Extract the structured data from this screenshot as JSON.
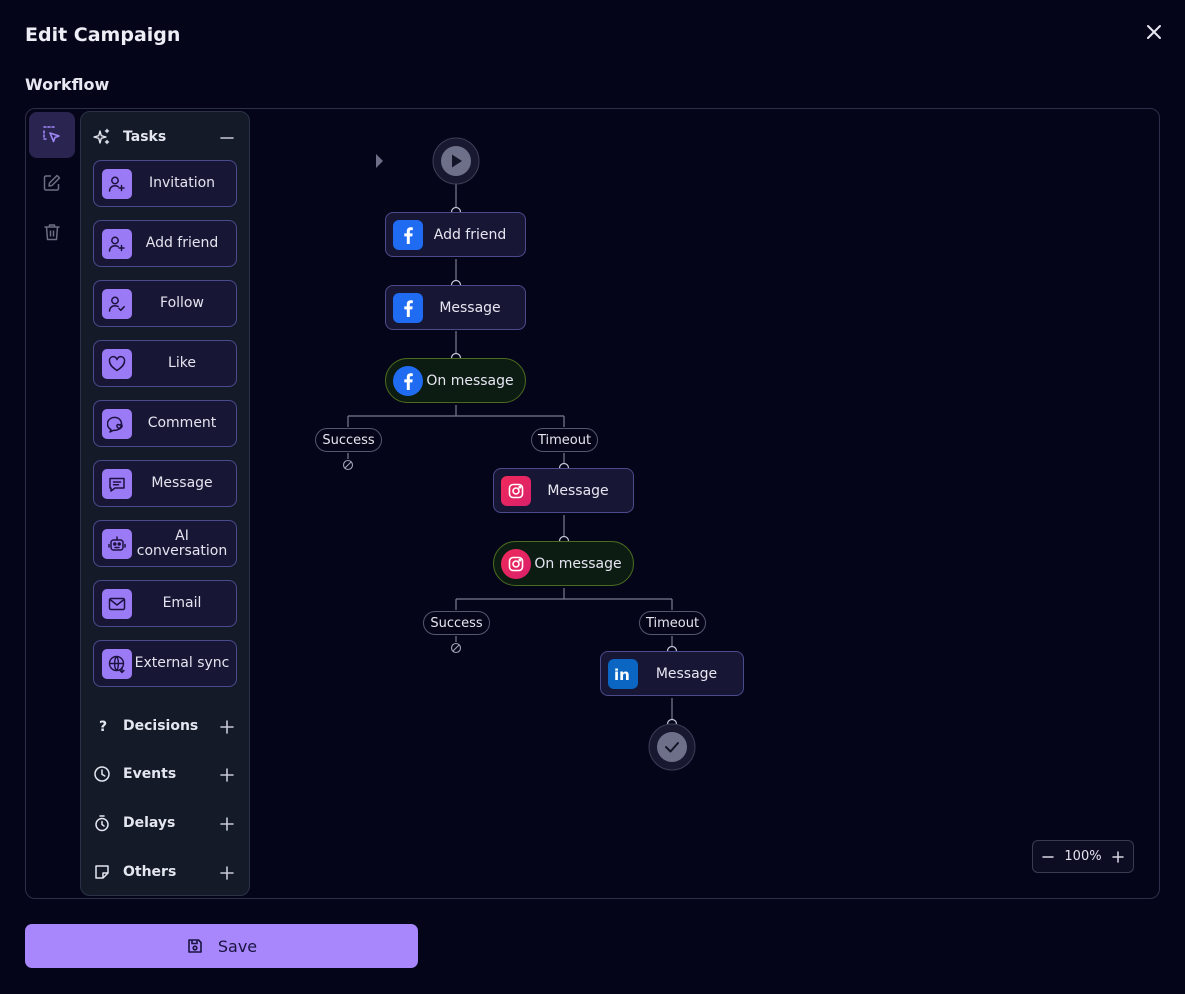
{
  "dialog": {
    "title": "Edit Campaign",
    "section_label": "Workflow"
  },
  "tools": [
    {
      "name": "select-tool",
      "icon": "select-pointer-icon",
      "active": true
    },
    {
      "name": "edit-tool",
      "icon": "pencil-icon",
      "active": false
    },
    {
      "name": "delete-tool",
      "icon": "trash-icon",
      "active": false
    }
  ],
  "panel": {
    "tasks_header": "Tasks",
    "tasks": [
      {
        "label": "Invitation",
        "icon": "user-plus-icon"
      },
      {
        "label": "Add friend",
        "icon": "user-plus-icon"
      },
      {
        "label": "Follow",
        "icon": "user-check-icon"
      },
      {
        "label": "Like",
        "icon": "heart-icon"
      },
      {
        "label": "Comment",
        "icon": "comment-heart-icon"
      },
      {
        "label": "Message",
        "icon": "message-icon"
      },
      {
        "label": "AI conversation",
        "icon": "robot-icon"
      },
      {
        "label": "Email",
        "icon": "envelope-icon"
      },
      {
        "label": "External sync",
        "icon": "globe-sync-icon"
      }
    ],
    "groups": [
      {
        "label": "Decisions",
        "icon": "question-icon"
      },
      {
        "label": "Events",
        "icon": "clock-icon"
      },
      {
        "label": "Delays",
        "icon": "stopwatch-icon"
      },
      {
        "label": "Others",
        "icon": "note-icon"
      }
    ]
  },
  "flow": {
    "nodes": [
      {
        "label": "Add friend",
        "platform": "facebook",
        "kind": "action"
      },
      {
        "label": "Message",
        "platform": "facebook",
        "kind": "action"
      },
      {
        "label": "On message",
        "platform": "facebook",
        "kind": "event"
      },
      {
        "label": "Message",
        "platform": "instagram",
        "kind": "action"
      },
      {
        "label": "On message",
        "platform": "instagram",
        "kind": "event"
      },
      {
        "label": "Message",
        "platform": "linkedin",
        "kind": "action"
      }
    ],
    "branches": [
      {
        "success": "Success",
        "timeout": "Timeout"
      },
      {
        "success": "Success",
        "timeout": "Timeout"
      }
    ]
  },
  "zoom": {
    "value": "100%"
  },
  "save": {
    "label": "Save"
  },
  "colors": {
    "background": "#05051a",
    "accent": "#a787fb",
    "facebook": "#1f6bf2",
    "instagram": "#e8265e",
    "linkedin": "#0a66c2"
  }
}
